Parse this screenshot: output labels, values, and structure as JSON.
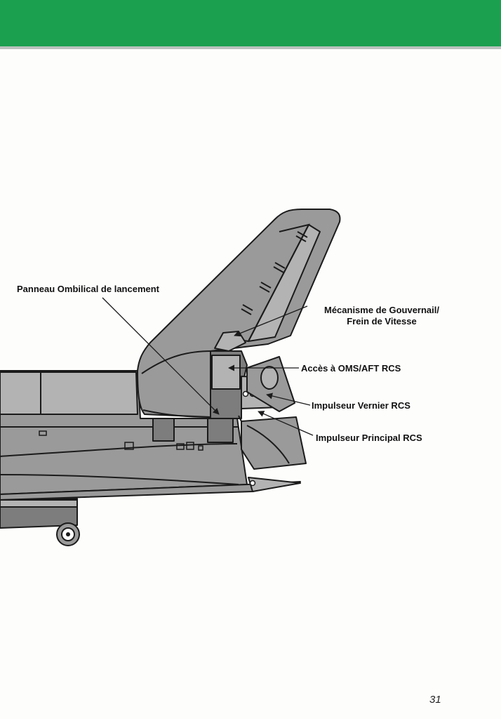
{
  "header": {
    "bar_color": "#1aa04f"
  },
  "diagram": {
    "subject": "space shuttle orbiter aft section with vertical tail",
    "labels": {
      "umbilical_panel": "Panneau Ombilical de lancement",
      "rudder_line1": "Mécanisme de Gouvernail/",
      "rudder_line2": "Frein de Vitesse",
      "oms_access": "Accès à OMS/AFT RCS",
      "vernier": "Impulseur Vernier RCS",
      "principal": "Impulseur Principal RCS"
    },
    "colors": {
      "fill": "#9a9a9a",
      "fill_dark": "#7d7d7d",
      "fill_light": "#b3b3b3",
      "stroke": "#1b1b1b"
    }
  },
  "page": {
    "number": "31"
  }
}
